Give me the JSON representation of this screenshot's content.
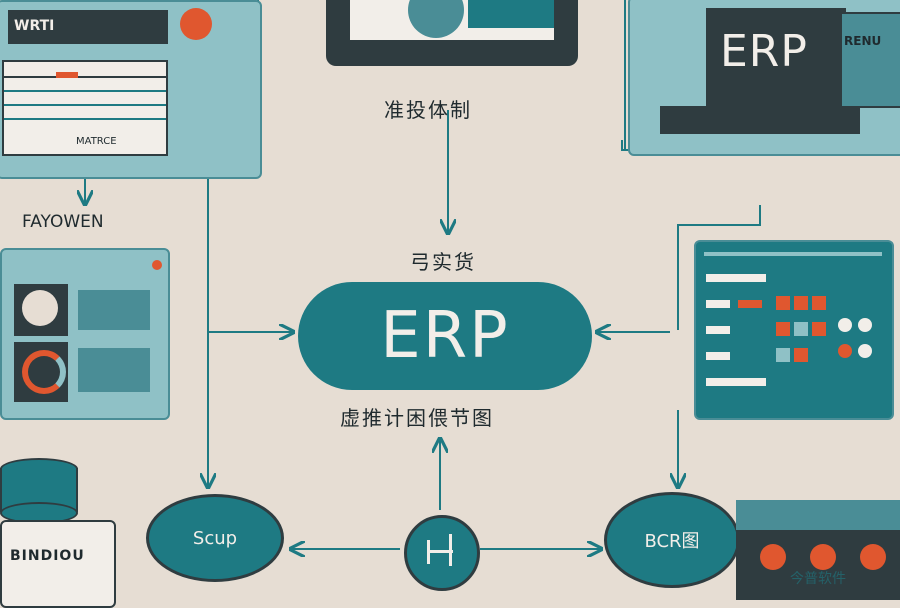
{
  "texts": {
    "top_top_label": "WRTI",
    "top_left_table_label": "MATRCE",
    "left_label": "FAYOWEN",
    "center_top_caption": "准投体制",
    "center_mid_caption": "弓实货",
    "center_bottom_caption": "虚推计困偎节图",
    "erp_main": "ERP",
    "monitor_erp": "ERP",
    "monitor_small": "RENU",
    "oval_left": "Scup",
    "oval_right": "BCR图",
    "bottom_left_label": "BINDIOU",
    "watermark": "今普软件"
  },
  "colors": {
    "background": "#e6ddd3",
    "teal": "#1e7a83",
    "teal_light": "#8fc1c6",
    "dark": "#2f3c40",
    "accent_orange": "#e0572f",
    "white": "#f2eee9"
  }
}
